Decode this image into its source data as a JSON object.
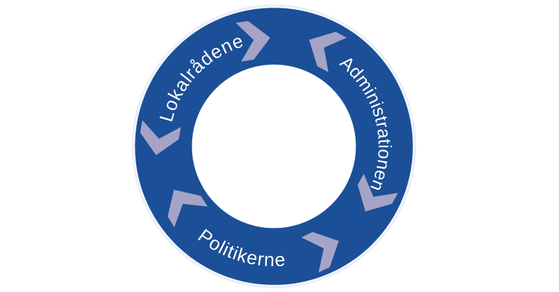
{
  "diagram": {
    "type": "circular-flow",
    "labels": [
      {
        "id": "lokalraadene",
        "text": "Lokalrådene",
        "position": "upper-left"
      },
      {
        "id": "administrationen",
        "text": "Administrationen",
        "position": "right"
      },
      {
        "id": "politikerne",
        "text": "Politikerne",
        "position": "bottom"
      }
    ],
    "arrows": [
      {
        "id": "top-left",
        "icon": "chevron-icon",
        "position": "top",
        "direction": "clockwise"
      },
      {
        "id": "top-right",
        "icon": "chevron-icon",
        "position": "top",
        "direction": "counterclockwise"
      },
      {
        "id": "left",
        "icon": "chevron-icon",
        "position": "left",
        "direction": "counterclockwise"
      },
      {
        "id": "lower-left",
        "icon": "chevron-icon",
        "position": "lower-left",
        "direction": "clockwise"
      },
      {
        "id": "right",
        "icon": "chevron-icon",
        "position": "right",
        "direction": "clockwise"
      },
      {
        "id": "lower-right",
        "icon": "chevron-icon",
        "position": "lower-right",
        "direction": "counterclockwise"
      }
    ],
    "colors": {
      "ring": "#1b4f97",
      "chevron": "#a5a4c6",
      "label_text": "#ffffff",
      "background": "#ffffff"
    }
  }
}
